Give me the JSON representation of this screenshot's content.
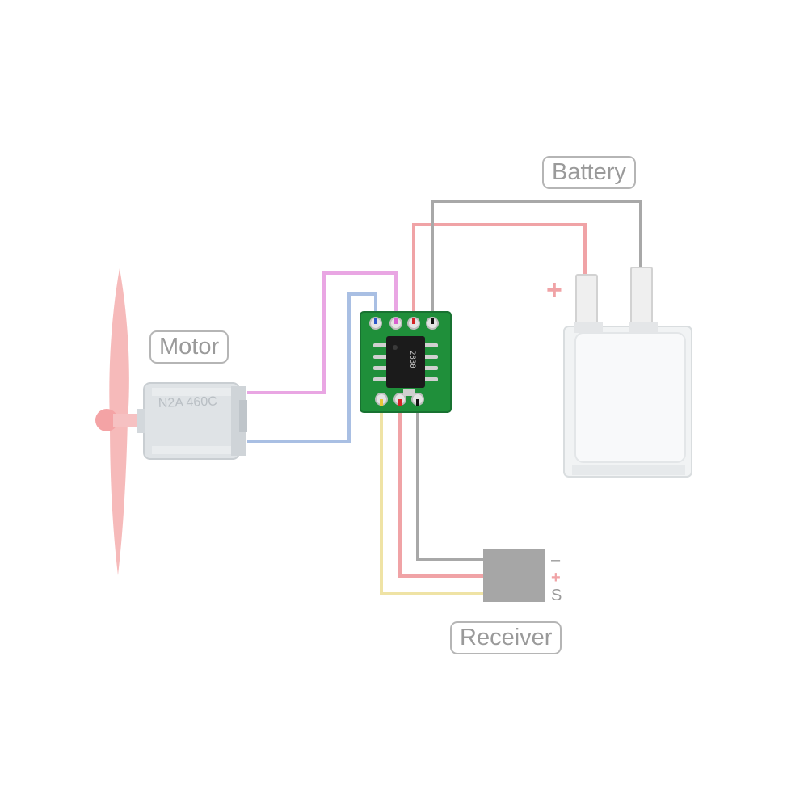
{
  "labels": {
    "battery": "Battery",
    "motor": "Motor",
    "receiver": "Receiver"
  },
  "battery_polarity": "+",
  "receiver_pins": {
    "minus": "–",
    "plus": "+",
    "signal": "S"
  },
  "motor_marking": "N2A 460C",
  "chip_marking": "2830",
  "colors": {
    "wire_pink": "#e9a6e3",
    "wire_blue": "#a9bfe3",
    "wire_red": "#f0a3a6",
    "wire_gray": "#a8a8a8",
    "wire_yellow": "#efe3a5",
    "pcb": "#1f8f3a",
    "propeller": "#f4a7a8"
  }
}
